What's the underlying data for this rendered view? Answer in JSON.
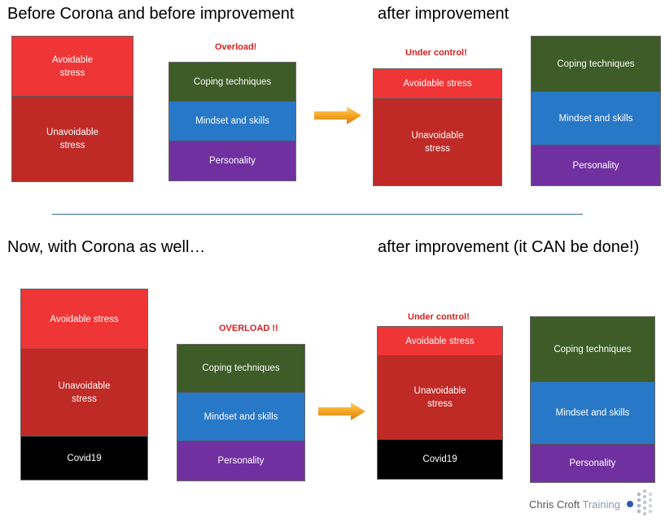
{
  "colors": {
    "avoidable": "#ef3535",
    "unavoidable": "#c02a26",
    "covid": "#000000",
    "coping": "#3d5c27",
    "mindset": "#2878c8",
    "personality": "#7030a0",
    "note": "#d6201f",
    "arrow": "#f5a623"
  },
  "headings": {
    "before": "Before Corona and before improvement",
    "after_top": "after improvement",
    "now": "Now, with Corona as well…",
    "after_bottom": "after improvement (it CAN be done!)"
  },
  "notes": {
    "overload_top": "Overload!",
    "under_control_top": "Under control!",
    "overload_bottom": "OVERLOAD !!",
    "under_control_bottom": "Under control!"
  },
  "labels": {
    "avoidable_two_line": "Avoidable\nstress",
    "avoidable": "Avoidable stress",
    "unavoidable": "Unavoidable\nstress",
    "covid": "Covid19",
    "coping": "Coping techniques",
    "mindset": "Mindset and skills",
    "personality": "Personality"
  },
  "logo": {
    "name": "Chris Croft",
    "suffix": "Training"
  }
}
